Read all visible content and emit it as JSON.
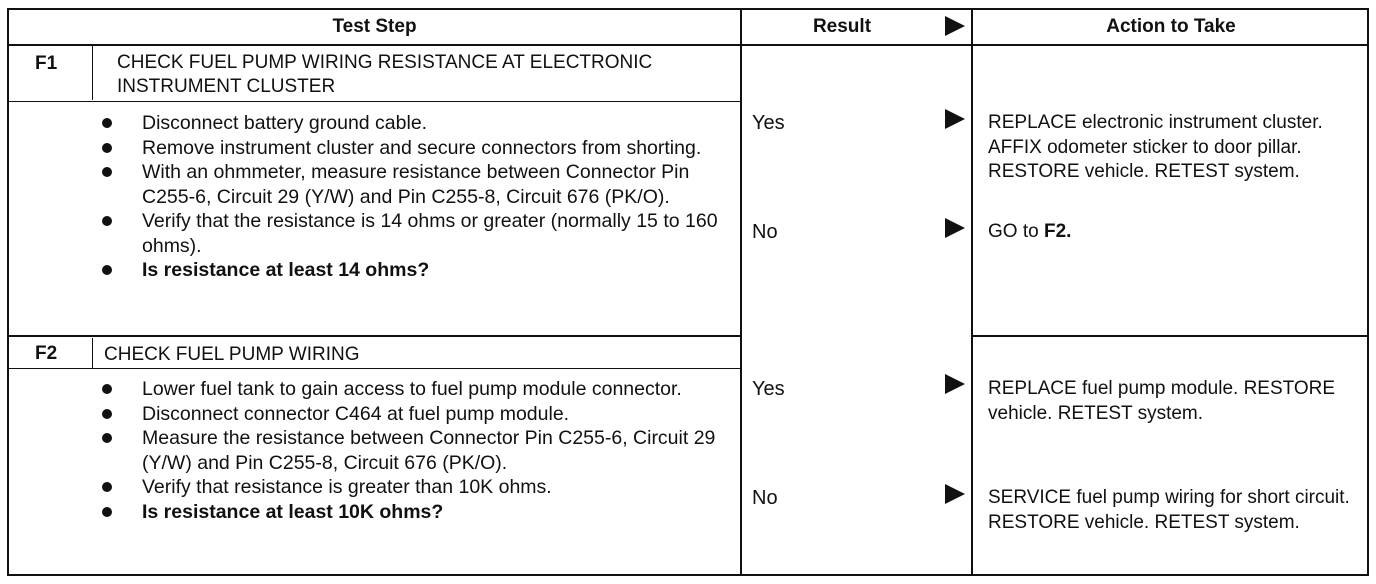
{
  "header": {
    "test_step": "Test Step",
    "result": "Result",
    "action": "Action to Take"
  },
  "steps": [
    {
      "id": "F1",
      "title": "CHECK FUEL PUMP WIRING RESISTANCE AT ELECTRONIC INSTRUMENT CLUSTER",
      "bullets": [
        "Disconnect battery ground cable.",
        "Remove instrument cluster and secure connectors from shorting.",
        "With an ohmmeter, measure resistance between Connector Pin C255-6, Circuit 29 (Y/W) and Pin C255-8, Circuit 676 (PK/O).",
        "Verify that the resistance is 14 ohms or greater (normally 15 to 160 ohms)."
      ],
      "question": "Is resistance at least 14 ohms?",
      "results": [
        {
          "label": "Yes",
          "action": "REPLACE electronic instrument cluster. AFFIX odometer sticker to door pillar. RESTORE vehicle. RETEST system."
        },
        {
          "label": "No",
          "action_prefix": "GO to ",
          "action_bold": "F2."
        }
      ]
    },
    {
      "id": "F2",
      "title": "CHECK FUEL PUMP WIRING",
      "bullets": [
        "Lower fuel tank to gain access to fuel pump module connector.",
        "Disconnect connector C464 at fuel pump module.",
        "Measure the resistance between Connector Pin C255-6, Circuit 29 (Y/W) and Pin C255-8, Circuit 676 (PK/O).",
        "Verify that resistance is greater than 10K ohms."
      ],
      "question": "Is resistance at least 10K ohms?",
      "results": [
        {
          "label": "Yes",
          "action": "REPLACE fuel pump module. RESTORE vehicle. RETEST system."
        },
        {
          "label": "No",
          "action": "SERVICE fuel pump wiring for short circuit. RESTORE vehicle. RETEST system."
        }
      ]
    }
  ]
}
